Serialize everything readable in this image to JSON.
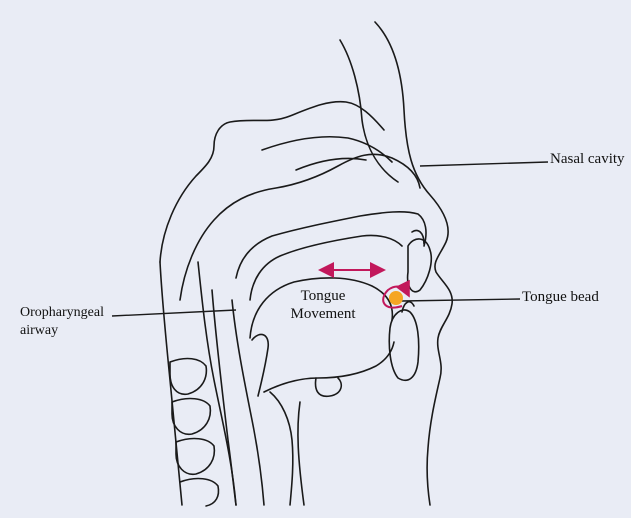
{
  "labels": {
    "nasal_cavity": "Nasal cavity",
    "tongue_bead": "Tongue bead",
    "oropharyngeal_line1": "Oropharyngeal",
    "oropharyngeal_line2": "airway",
    "tongue_movement_line1": "Tongue",
    "tongue_movement_line2": "Movement"
  },
  "colors": {
    "background": "#e9ecf5",
    "outline": "#1a1a1a",
    "arrow": "#c2185b",
    "bead": "#f5a623"
  },
  "icons": {
    "movement_arrow": "double-headed-arrow-icon",
    "bead_arrow": "curved-arrow-icon"
  }
}
